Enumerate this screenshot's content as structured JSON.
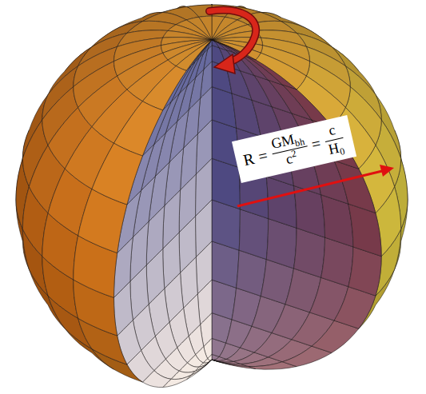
{
  "diagram": {
    "nodes": [
      {
        "text": [
          "R",
          "=",
          "GM",
          "bh",
          "c",
          "2",
          "=",
          "c",
          "H",
          "0"
        ]
      }
    ]
  }
}
